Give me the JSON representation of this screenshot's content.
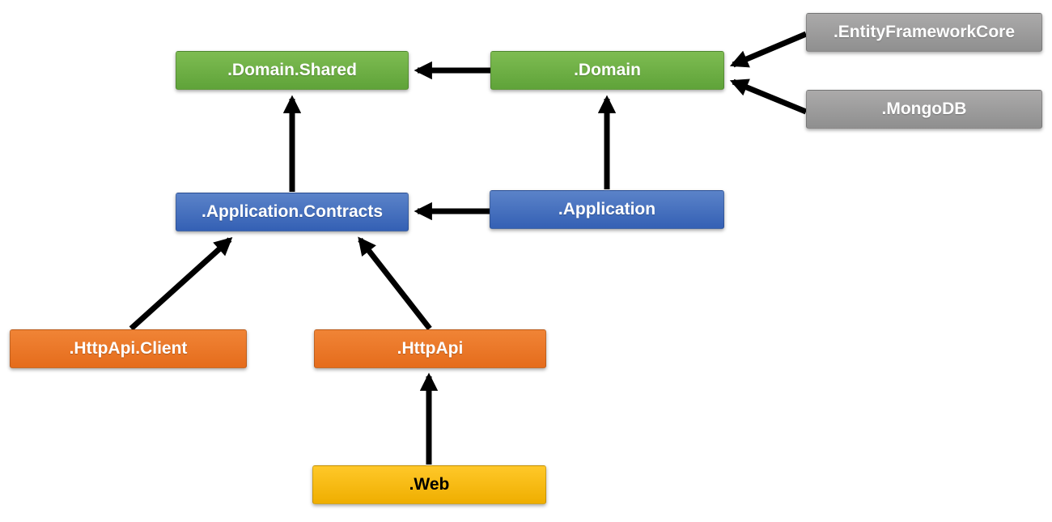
{
  "diagram": {
    "nodes": [
      {
        "id": "domain-shared",
        "label": ".Domain.Shared",
        "fill_top": "#7ebc52",
        "fill_bottom": "#5fa339",
        "text_color": "#ffffff"
      },
      {
        "id": "domain",
        "label": ".Domain",
        "fill_top": "#7ebc52",
        "fill_bottom": "#5fa339",
        "text_color": "#ffffff"
      },
      {
        "id": "entityframeworkcore",
        "label": ".EntityFrameworkCore",
        "fill_top": "#abaaaa",
        "fill_bottom": "#8f8f8f",
        "text_color": "#ffffff"
      },
      {
        "id": "mongodb",
        "label": ".MongoDB",
        "fill_top": "#abaaaa",
        "fill_bottom": "#8f8f8f",
        "text_color": "#ffffff"
      },
      {
        "id": "application-contracts",
        "label": ".Application.Contracts",
        "fill_top": "#5b83c9",
        "fill_bottom": "#3460b4",
        "text_color": "#ffffff"
      },
      {
        "id": "application",
        "label": ".Application",
        "fill_top": "#5b83c9",
        "fill_bottom": "#3460b4",
        "text_color": "#ffffff"
      },
      {
        "id": "httpapi-client",
        "label": ".HttpApi.Client",
        "fill_top": "#f08436",
        "fill_bottom": "#e56c1c",
        "text_color": "#ffffff"
      },
      {
        "id": "httpapi",
        "label": ".HttpApi",
        "fill_top": "#f08436",
        "fill_bottom": "#e56c1c",
        "text_color": "#ffffff"
      },
      {
        "id": "web",
        "label": ".Web",
        "fill_top": "#ffc829",
        "fill_bottom": "#efae00",
        "text_color": "#000000"
      }
    ],
    "edges": [
      {
        "from": ".Domain",
        "to": ".Domain.Shared"
      },
      {
        "from": ".EntityFrameworkCore",
        "to": ".Domain"
      },
      {
        "from": ".MongoDB",
        "to": ".Domain"
      },
      {
        "from": ".Application.Contracts",
        "to": ".Domain.Shared"
      },
      {
        "from": ".Application",
        "to": ".Domain"
      },
      {
        "from": ".Application",
        "to": ".Application.Contracts"
      },
      {
        "from": ".HttpApi.Client",
        "to": ".Application.Contracts"
      },
      {
        "from": ".HttpApi",
        "to": ".Application.Contracts"
      },
      {
        "from": ".Web",
        "to": ".HttpApi"
      }
    ],
    "arrow_color": "#000000"
  }
}
